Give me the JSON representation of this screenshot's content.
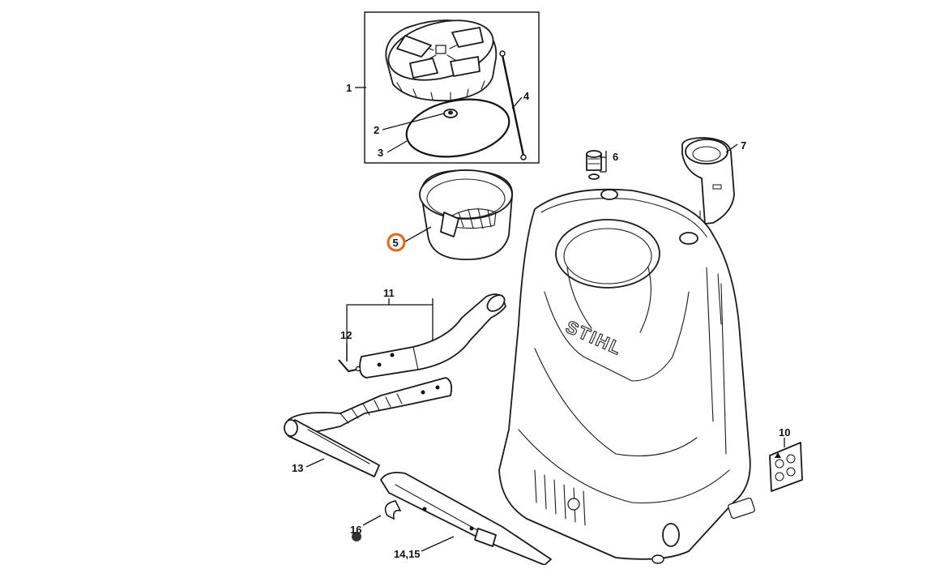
{
  "diagram": {
    "brand_logo": "STIHL",
    "highlight_color": "#e8650f",
    "highlighted_part": "5",
    "callouts": [
      {
        "id": "c1",
        "label": "1"
      },
      {
        "id": "c2",
        "label": "2"
      },
      {
        "id": "c3",
        "label": "3"
      },
      {
        "id": "c4",
        "label": "4"
      },
      {
        "id": "c5",
        "label": "5"
      },
      {
        "id": "c6",
        "label": "6"
      },
      {
        "id": "c7",
        "label": "7"
      },
      {
        "id": "c10",
        "label": "10"
      },
      {
        "id": "c11",
        "label": "11"
      },
      {
        "id": "c12",
        "label": "12"
      },
      {
        "id": "c13",
        "label": "13"
      },
      {
        "id": "c1415",
        "label": "14,15"
      },
      {
        "id": "c16",
        "label": "16"
      }
    ]
  }
}
